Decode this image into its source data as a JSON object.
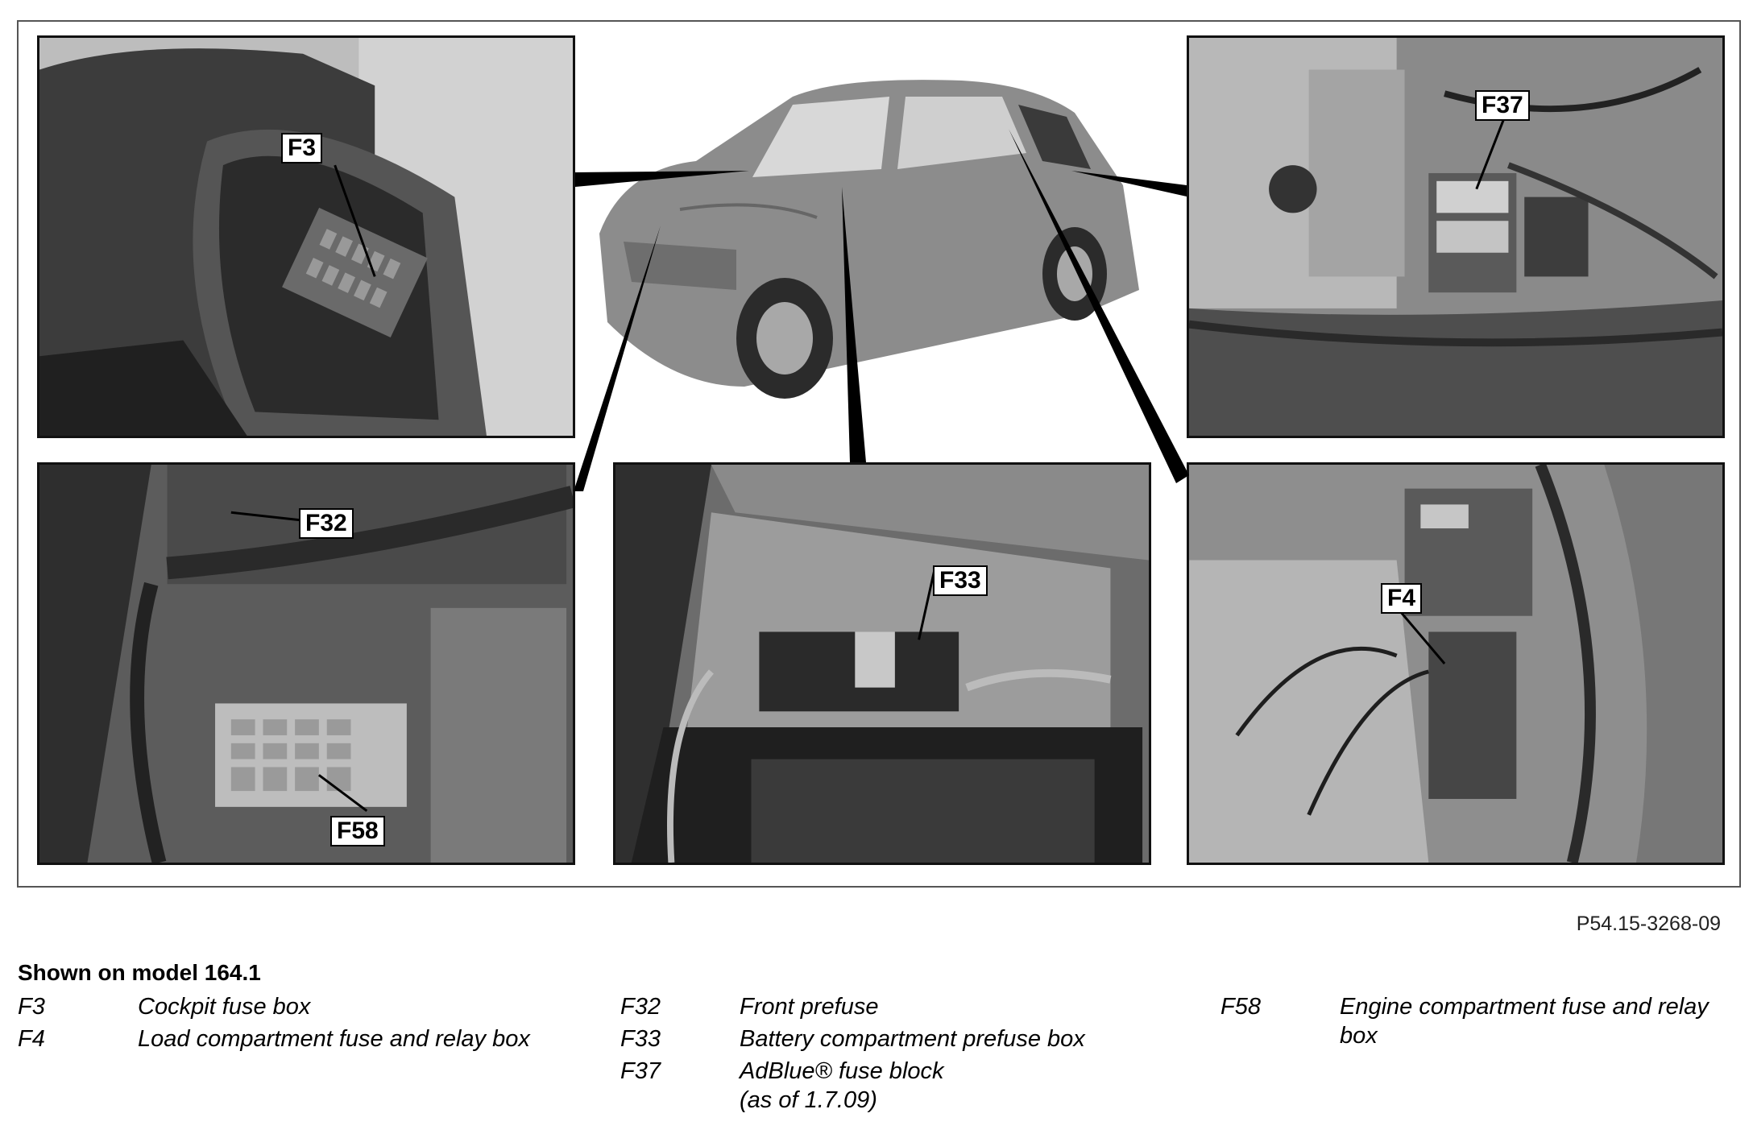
{
  "callouts": {
    "f3": "F3",
    "f37": "F37",
    "f32": "F32",
    "f58": "F58",
    "f33": "F33",
    "f4": "F4"
  },
  "reference_code": "P54.15-3268-09",
  "caption": {
    "title": "Shown on model 164.1",
    "legend": [
      {
        "code": "F3",
        "description": "Cockpit fuse box"
      },
      {
        "code": "F4",
        "description": "Load compartment fuse and relay box"
      },
      {
        "code": "F32",
        "description": "Front prefuse"
      },
      {
        "code": "F33",
        "description": "Battery compartment prefuse box"
      },
      {
        "code": "F37",
        "description": "AdBlue® fuse block (as of 1.7.09)"
      },
      {
        "code": "F58",
        "description": "Engine compartment fuse and relay box"
      }
    ]
  },
  "colors": {
    "photo_dark": "#3a3a3a",
    "photo_mid": "#777777",
    "photo_light": "#c9c9c9",
    "car_body": "#8c8c8c",
    "frame_border": "#555555"
  }
}
